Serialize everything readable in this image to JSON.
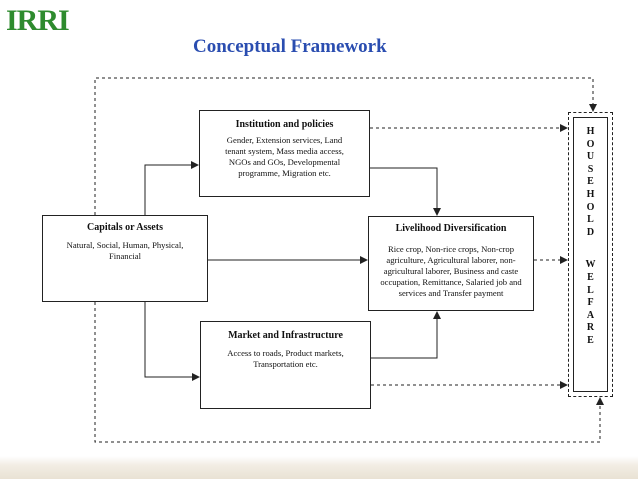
{
  "logo": {
    "text": "IRRI"
  },
  "title": "Conceptual Framework",
  "boxes": {
    "institution": {
      "heading": "Institution and policies",
      "lines": [
        "Gender, Extension services, Land",
        "tenant system, Mass media access,",
        "NGOs and GOs, Developmental",
        "programme, Migration etc."
      ]
    },
    "capitals": {
      "heading": "Capitals or Assets",
      "lines": [
        "Natural, Social, Human, Physical,",
        "Financial"
      ]
    },
    "livelihood": {
      "heading": "Livelihood Diversification",
      "lines": [
        "Rice crop, Non-rice crops, Non-crop",
        "agriculture, Agricultural laborer, non-",
        "agricultural laborer, Business and caste",
        "occupation, Remittance, Salaried job and",
        "services and Transfer payment"
      ]
    },
    "market": {
      "heading": "Market and Infrastructure",
      "lines": [
        "Access to roads, Product markets,",
        "Transportation etc."
      ]
    }
  },
  "welfare": {
    "word1": [
      "H",
      "O",
      "U",
      "S",
      "E",
      "H",
      "O",
      "L",
      "D"
    ],
    "word2": [
      "W",
      "E",
      "L",
      "F",
      "A",
      "R",
      "E"
    ]
  },
  "colors": {
    "logo": "#2e8b2e",
    "title": "#2a4db0",
    "lines": "#222222"
  }
}
